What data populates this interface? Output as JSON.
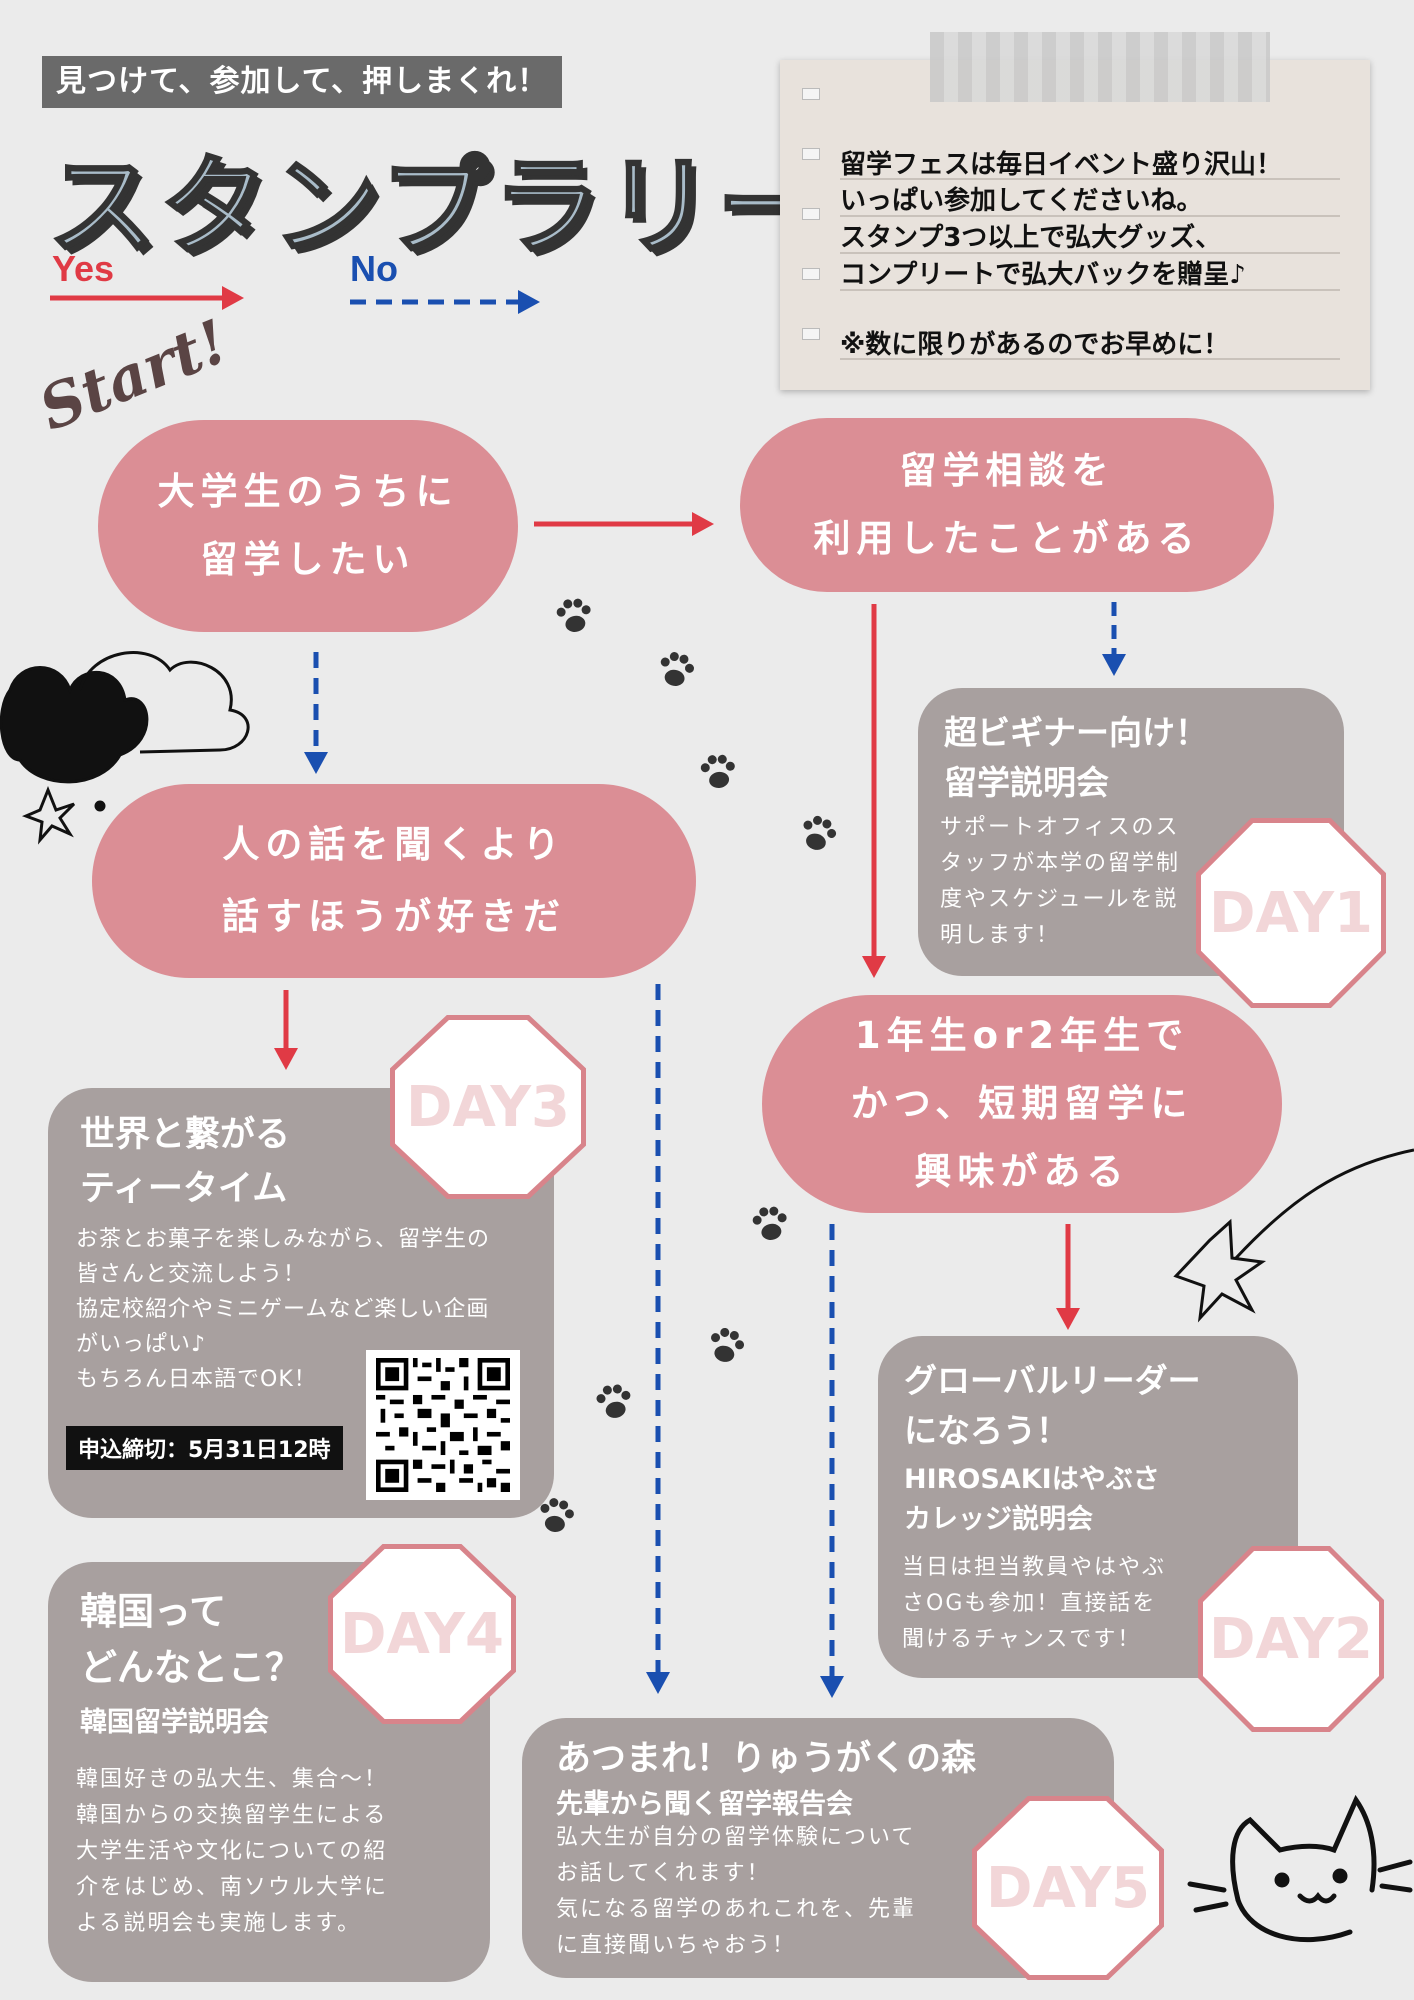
{
  "header": {
    "tagline": "見つけて、参加して、押しまくれ！",
    "title": "スタンプラリー",
    "legend_yes": "Yes",
    "legend_no": "No"
  },
  "note": {
    "lines": [
      "留学フェスは毎日イベント盛り沢山！",
      "いっぱい参加してくださいね。",
      "スタンプ3つ以上で弘大グッズ、",
      "コンプリートで弘大バックを贈呈♪",
      "※数に限りがあるのでお早めに！"
    ]
  },
  "start_label": "Start!",
  "questions": {
    "q1": [
      "大学生のうちに",
      "留学したい"
    ],
    "q2": [
      "留学相談を",
      "利用したことがある"
    ],
    "q3": [
      "人の話を聞くより",
      "話すほうが好きだ"
    ],
    "q4": [
      "1年生or2年生で",
      "かつ、短期留学に",
      "興味がある"
    ]
  },
  "events": {
    "day1": {
      "badge": "DAY1",
      "title": [
        "超ビギナー向け！",
        "留学説明会"
      ],
      "desc": [
        "サポートオフィスのス",
        "タッフが本学の留学制",
        "度やスケジュールを説",
        "明します！"
      ]
    },
    "day2": {
      "badge": "DAY2",
      "title": [
        "グローバルリーダー",
        "になろう！"
      ],
      "subtitle": [
        "HIROSAKIはやぶさ",
        "カレッジ説明会"
      ],
      "desc": [
        "当日は担当教員やはやぶ",
        "さOGも参加！直接話を",
        "聞けるチャンスです！"
      ]
    },
    "day3": {
      "badge": "DAY3",
      "title": [
        "世界と繋がる",
        "ティータイム"
      ],
      "desc": [
        "お茶とお菓子を楽しみながら、留学生の",
        "皆さんと交流しよう！",
        "協定校紹介やミニゲームなど楽しい企画",
        "がいっぱい♪",
        "もちろん日本語でOK！"
      ],
      "deadline": "申込締切：5月31日12時"
    },
    "day4": {
      "badge": "DAY4",
      "title": [
        "韓国って",
        "どんなとこ？"
      ],
      "subtitle": "韓国留学説明会",
      "desc": [
        "韓国好きの弘大生、集合〜！",
        "韓国からの交換留学生による",
        "大学生活や文化についての紹",
        "介をはじめ、南ソウル大学に",
        "よる説明会も実施します。"
      ]
    },
    "day5": {
      "badge": "DAY5",
      "title": "あつまれ！りゅうがくの森",
      "subtitle": "先輩から聞く留学報告会",
      "desc": [
        "弘大生が自分の留学体験について",
        "お話してくれます！",
        "気になる留学のあれこれを、先輩",
        "に直接聞いちゃおう！"
      ]
    }
  },
  "colors": {
    "yes": "#e03a45",
    "no": "#1a4fb0",
    "question_pill": "#db8e95",
    "event_card": "#a8a09f"
  }
}
